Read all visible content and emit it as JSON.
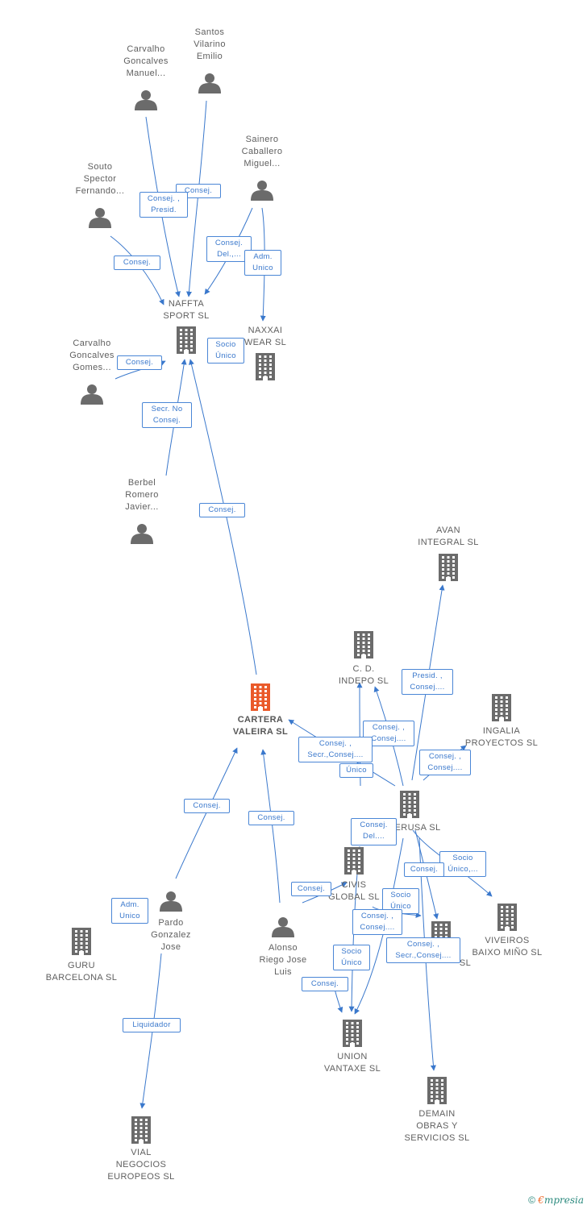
{
  "nodes": [
    {
      "id": "santos",
      "type": "person",
      "label": "Santos\nVilarino\nEmilio"
    },
    {
      "id": "carvalho_m",
      "type": "person",
      "label": "Carvalho\nGoncalves\nManuel..."
    },
    {
      "id": "sainero",
      "type": "person",
      "label": "Sainero\nCaballero\nMiguel..."
    },
    {
      "id": "souto",
      "type": "person",
      "label": "Souto\nSpector\nFernando..."
    },
    {
      "id": "nafta",
      "type": "company",
      "label": "NAFFTA\nSPORT SL"
    },
    {
      "id": "naxxai",
      "type": "company",
      "label": "NAXXAI\nWEAR SL"
    },
    {
      "id": "carvalho_g",
      "type": "person",
      "label": "Carvalho\nGoncalves\nGomes..."
    },
    {
      "id": "berbel",
      "type": "person",
      "label": "Berbel\nRomero\nJavier..."
    },
    {
      "id": "avan",
      "type": "company",
      "label": "AVAN\nINTEGRAL SL"
    },
    {
      "id": "cdindepo",
      "type": "company",
      "label": "C. D.\nINDEPO SL"
    },
    {
      "id": "ingalia",
      "type": "company",
      "label": "INGALIA\nPROYECTOS SL"
    },
    {
      "id": "cartera",
      "type": "focus",
      "label": "CARTERA\nVALEIRA SL"
    },
    {
      "id": "erusa",
      "type": "company",
      "label": "ERUSA SL"
    },
    {
      "id": "civis",
      "type": "company",
      "label": "CIVIS\nGLOBAL SL"
    },
    {
      "id": "pardo",
      "type": "person",
      "label": "Pardo\nGonzalez\nJose"
    },
    {
      "id": "guru",
      "type": "company",
      "label": "GURU\nBARCELONA SL"
    },
    {
      "id": "alonso",
      "type": "person",
      "label": "Alonso\nRiego Jose\nLuis"
    },
    {
      "id": "viveiros",
      "type": "company",
      "label": "VIVEIROS\nBAIXO MIÑO SL"
    },
    {
      "id": "other",
      "type": "company",
      "label": "SL"
    },
    {
      "id": "union",
      "type": "company",
      "label": "UNION\nVANTAXE SL"
    },
    {
      "id": "demain",
      "type": "company",
      "label": "DEMAIN\nOBRAS Y\nSERVICIOS SL"
    },
    {
      "id": "vial",
      "type": "company",
      "label": "VIAL\nNEGOCIOS\nEUROPEOS SL"
    }
  ],
  "edge_labels": [
    {
      "id": "e1",
      "text": "Consej."
    },
    {
      "id": "e2",
      "text": "Consej. ,\nPresid."
    },
    {
      "id": "e3",
      "text": "Consej.\nDel.,..."
    },
    {
      "id": "e4",
      "text": "Adm.\nUnico"
    },
    {
      "id": "e5",
      "text": "Consej."
    },
    {
      "id": "e6",
      "text": "Socio\nÚnico"
    },
    {
      "id": "e7",
      "text": "Consej."
    },
    {
      "id": "e8",
      "text": "Secr. No\nConsej."
    },
    {
      "id": "e9",
      "text": "Consej."
    },
    {
      "id": "e10",
      "text": "Presid. ,\nConsej...."
    },
    {
      "id": "e11",
      "text": "Consej. ,\nConsej...."
    },
    {
      "id": "e12",
      "text": "Consej. ,\nSecr.,Consej...."
    },
    {
      "id": "e13",
      "text": "Único"
    },
    {
      "id": "e14",
      "text": "Consej. ,\nConsej...."
    },
    {
      "id": "e15",
      "text": "Consej."
    },
    {
      "id": "e16",
      "text": "Consej."
    },
    {
      "id": "e17",
      "text": "Consej.\nDel...."
    },
    {
      "id": "e18",
      "text": "Socio\nÚnico,..."
    },
    {
      "id": "e19",
      "text": "Consej."
    },
    {
      "id": "e20",
      "text": "Consej."
    },
    {
      "id": "e21",
      "text": "Socio\nÚnico"
    },
    {
      "id": "e22",
      "text": "Consej. ,\nConsej...."
    },
    {
      "id": "e23",
      "text": "Adm.\nUnico"
    },
    {
      "id": "e24",
      "text": "Consej. ,\nSecr.,Consej...."
    },
    {
      "id": "e25",
      "text": "Socio\nÚnico"
    },
    {
      "id": "e26",
      "text": "Consej."
    },
    {
      "id": "e27",
      "text": "Liquidador"
    }
  ],
  "footer": {
    "copyright": "©",
    "brand_e": "€",
    "brand_rest": "mpresia"
  },
  "colors": {
    "edge": "#3a78cc",
    "person": "#6b6b6b",
    "company": "#6b6b6b",
    "focus": "#ea5a2a"
  }
}
